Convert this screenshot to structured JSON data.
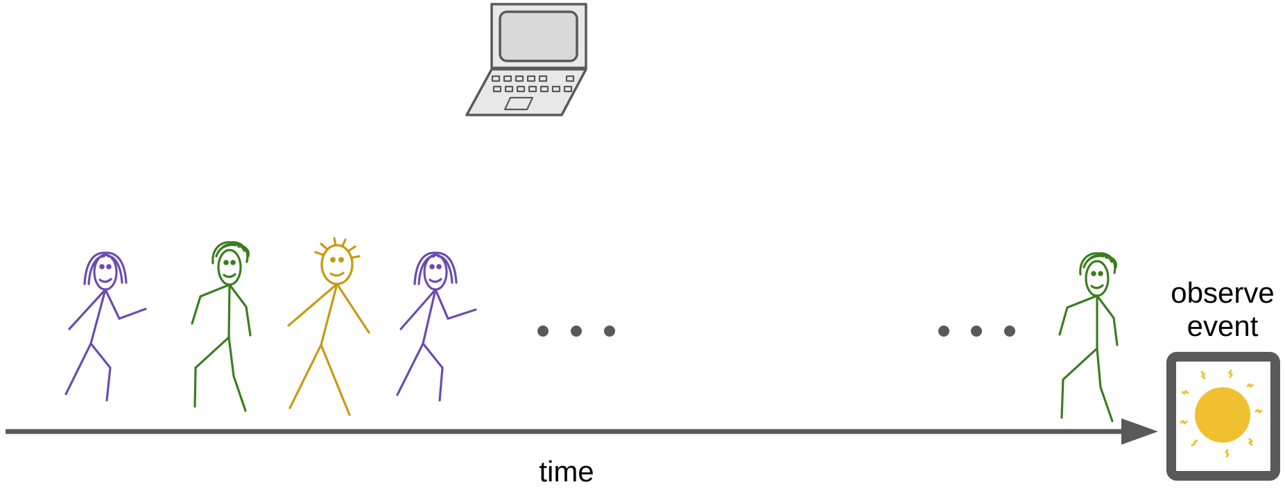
{
  "labels": {
    "time": "time",
    "observe_line1": "observe",
    "observe_line2": "event"
  },
  "icons": {
    "laptop": "laptop-icon",
    "sun": "sun-icon",
    "ellipsis": "ellipsis-icon",
    "figure": "stick-figure-icon"
  },
  "colors": {
    "purple": "#6a4bb0",
    "green": "#3b7d1e",
    "gold": "#c89a12",
    "sun": "#f0c030",
    "gray": "#595959",
    "laptop_fill": "#e8e8e8",
    "screen_fill": "#d9d9d9"
  }
}
